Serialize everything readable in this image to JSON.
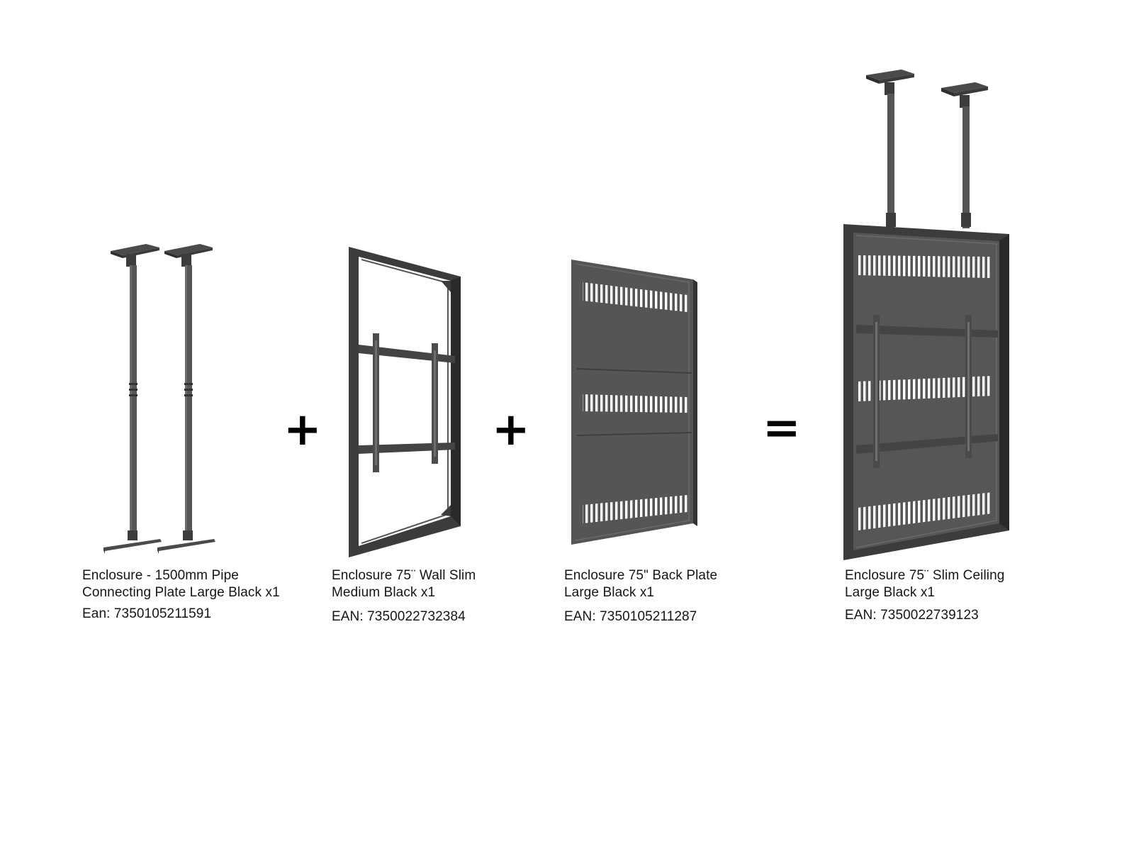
{
  "colors": {
    "metal_dark": "#3a3a3a",
    "metal_mid": "#4f4f4f",
    "metal_face": "#5a5a5a",
    "background": "#ffffff"
  },
  "operators": {
    "plus": "+",
    "equals": "="
  },
  "products": [
    {
      "id": "pipe",
      "title_lines": [
        "Enclosure - 1500mm Pipe",
        "Connecting Plate Large Black x1"
      ],
      "ean": "Ean: 7350105211591",
      "icon": "ceiling-pipe-pair-icon"
    },
    {
      "id": "wall-slim",
      "title_lines": [
        "Enclosure 75¨ Wall Slim",
        "Medium Black x1"
      ],
      "ean": "EAN: 7350022732384",
      "icon": "wall-frame-icon"
    },
    {
      "id": "back-plate",
      "title_lines": [
        "Enclosure 75\" Back Plate",
        "Large Black x1"
      ],
      "ean": "EAN: 7350105211287",
      "icon": "back-plate-icon"
    },
    {
      "id": "slim-ceiling",
      "title_lines": [
        "Enclosure 75¨ Slim Ceiling",
        "Large Black x1"
      ],
      "ean": "EAN: 7350022739123",
      "icon": "ceiling-enclosure-icon"
    }
  ]
}
